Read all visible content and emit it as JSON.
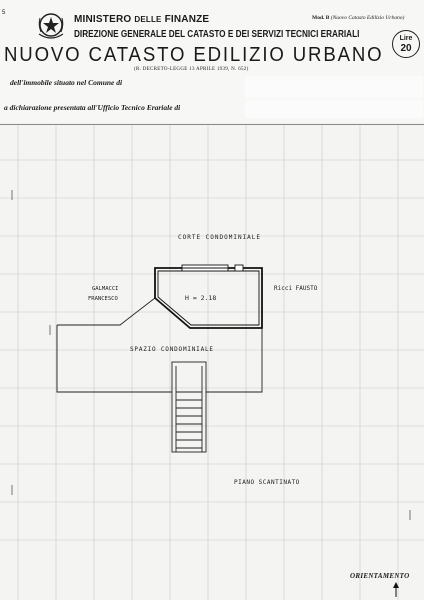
{
  "header": {
    "corner_mark": "5",
    "ministry": "MINISTERO",
    "ministry_small": "DELLE",
    "ministry_end": "FINANZE",
    "direzione": "DIREZIONE GENERALE DEL CATASTO E DEI SERVIZI TECNICI ERARIALI",
    "mod_code": "Mod. B",
    "mod_note": "(Nuovo Catasto Edilizio Urbano)",
    "stamp_line1": "Lire",
    "stamp_line2": "20",
    "title": "NUOVO CATASTO EDILIZIO URBANO",
    "decree": "(R. DECRETO-LEGGE 13 APRILE 1939, N. 652)",
    "line1": "dell'immobile situato nel Comune di",
    "line2": "a dichiarazione presentata all'Ufficio Tecnico Erariale di"
  },
  "plan": {
    "labels": {
      "corte": "CORTE CONDOMINIALE",
      "left_owner_1": "GALMACCI",
      "left_owner_2": "FRANCESCO",
      "height": "H = 2.18",
      "right_owner": "Ricci FAUSTO",
      "spazio": "SPAZIO CONDOMINIALE",
      "floor": "PIANO SCANTINATO"
    }
  },
  "footer": {
    "orientamento": "ORIENTAMENTO"
  }
}
